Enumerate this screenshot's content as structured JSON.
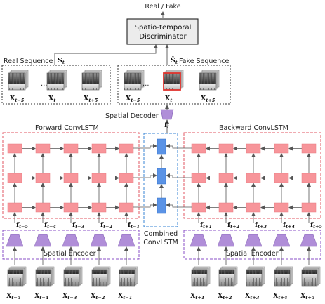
{
  "title": "Real / Fake",
  "discriminator": {
    "line1": "Spatio-temporal",
    "line2": "Discriminator"
  },
  "real_sequence": {
    "label": "Real Sequence",
    "tag": "S",
    "tag_sub": "t",
    "frames": [
      {
        "letter": "X",
        "sub": "t−5"
      },
      {
        "letter": "X",
        "sub": "t"
      },
      {
        "letter": "X",
        "sub": "t+5"
      }
    ],
    "ellipsis": "…"
  },
  "fake_sequence": {
    "label": "Fake Sequence",
    "tag": "Ŝ",
    "tag_sub": "t",
    "frames": [
      {
        "letter": "X",
        "sub": "t−5"
      },
      {
        "letter": "X",
        "sub": "t"
      },
      {
        "letter": "X",
        "sub": "t+5"
      }
    ],
    "ellipsis": "…"
  },
  "spatial_decoder": {
    "label": "Spatial Decoder",
    "output": "f",
    "output_sub": "t"
  },
  "forward": {
    "label": "Forward ConvLSTM",
    "features": [
      {
        "letter": "f",
        "sub": "t−5"
      },
      {
        "letter": "f",
        "sub": "t−4"
      },
      {
        "letter": "f",
        "sub": "t−3"
      },
      {
        "letter": "f",
        "sub": "t−2"
      },
      {
        "letter": "f",
        "sub": "t−1"
      }
    ]
  },
  "backward": {
    "label": "Backward ConvLSTM",
    "features": [
      {
        "letter": "f",
        "sub": "t+1"
      },
      {
        "letter": "f",
        "sub": "t+2"
      },
      {
        "letter": "f",
        "sub": "t+3"
      },
      {
        "letter": "f",
        "sub": "t+4"
      },
      {
        "letter": "f",
        "sub": "t+5"
      }
    ]
  },
  "combined": {
    "line1": "Combined",
    "line2": "ConvLSTM"
  },
  "encoder_left": {
    "label": "Spatial Encoder"
  },
  "encoder_right": {
    "label": "Spatial  Encoder"
  },
  "inputs_left": [
    {
      "letter": "X",
      "sub": "t−5"
    },
    {
      "letter": "X",
      "sub": "t−4"
    },
    {
      "letter": "X",
      "sub": "t−3"
    },
    {
      "letter": "X",
      "sub": "t−2"
    },
    {
      "letter": "X",
      "sub": "t−1"
    }
  ],
  "inputs_right": [
    {
      "letter": "X",
      "sub": "t+1"
    },
    {
      "letter": "X",
      "sub": "t+2"
    },
    {
      "letter": "X",
      "sub": "t+3"
    },
    {
      "letter": "X",
      "sub": "t+4"
    },
    {
      "letter": "X",
      "sub": "t+5"
    }
  ],
  "colors": {
    "lstm_cell": "#f7959a",
    "combined_cell": "#5b93e6",
    "encoder": "#b08ed8",
    "forward_border": "#e05561",
    "encoder_border": "#8a4fc7",
    "combined_border": "#3a86d6",
    "fake_highlight": "#e0322c"
  }
}
